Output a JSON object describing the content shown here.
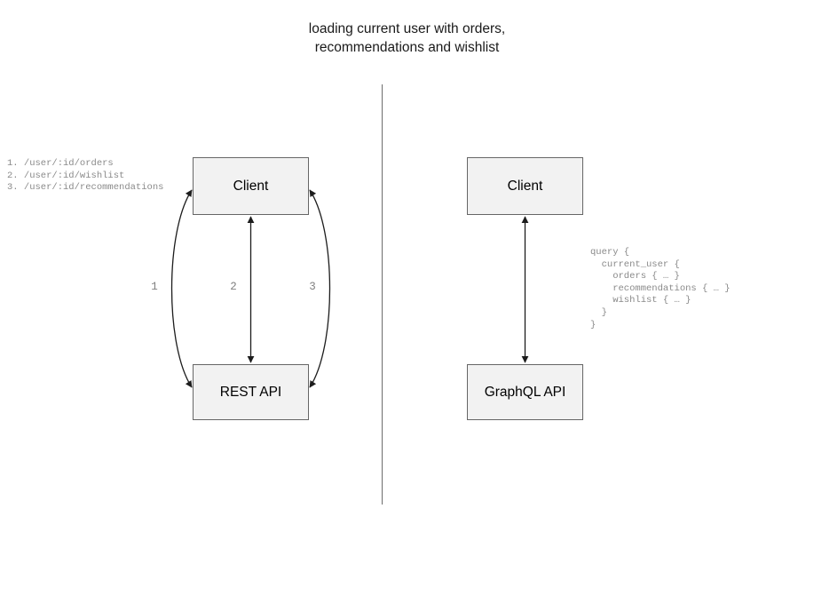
{
  "title": "loading current user with orders,\nrecommendations and wishlist",
  "divider": {
    "color": "#6e6e6e"
  },
  "rest_side": {
    "client_box_label": "Client",
    "api_box_label": "REST API",
    "edge_labels": [
      "1",
      "2",
      "3"
    ],
    "endpoints": "1. /user/:id/orders\n2. /user/:id/wishlist\n3. /user/:id/recommendations"
  },
  "graphql_side": {
    "client_box_label": "Client",
    "api_box_label": "GraphQL API",
    "query": "query {\n  current_user {\n    orders { … }\n    recommendations { … }\n    wishlist { … }\n  }\n}"
  },
  "colors": {
    "box_fill": "#f2f2f2",
    "box_border": "#666666",
    "arrow": "#1c1c1c",
    "code_text": "#8a8a8a",
    "label_text": "#808080"
  }
}
